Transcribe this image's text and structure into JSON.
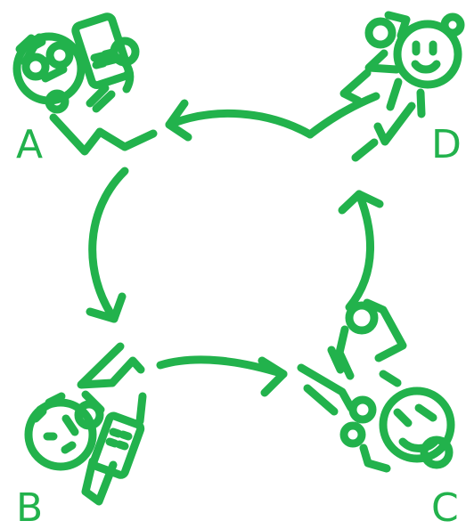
{
  "diagram": {
    "accent_color": "#22b24c",
    "nodes": [
      {
        "label": "A",
        "icon": "person-with-phone-icon"
      },
      {
        "label": "B",
        "icon": "person-with-phone-icon"
      },
      {
        "label": "C",
        "icon": "person-with-phone-icon"
      },
      {
        "label": "D",
        "icon": "person-with-phone-icon"
      }
    ],
    "flow": [
      "D",
      "A",
      "B",
      "C",
      "D"
    ]
  }
}
